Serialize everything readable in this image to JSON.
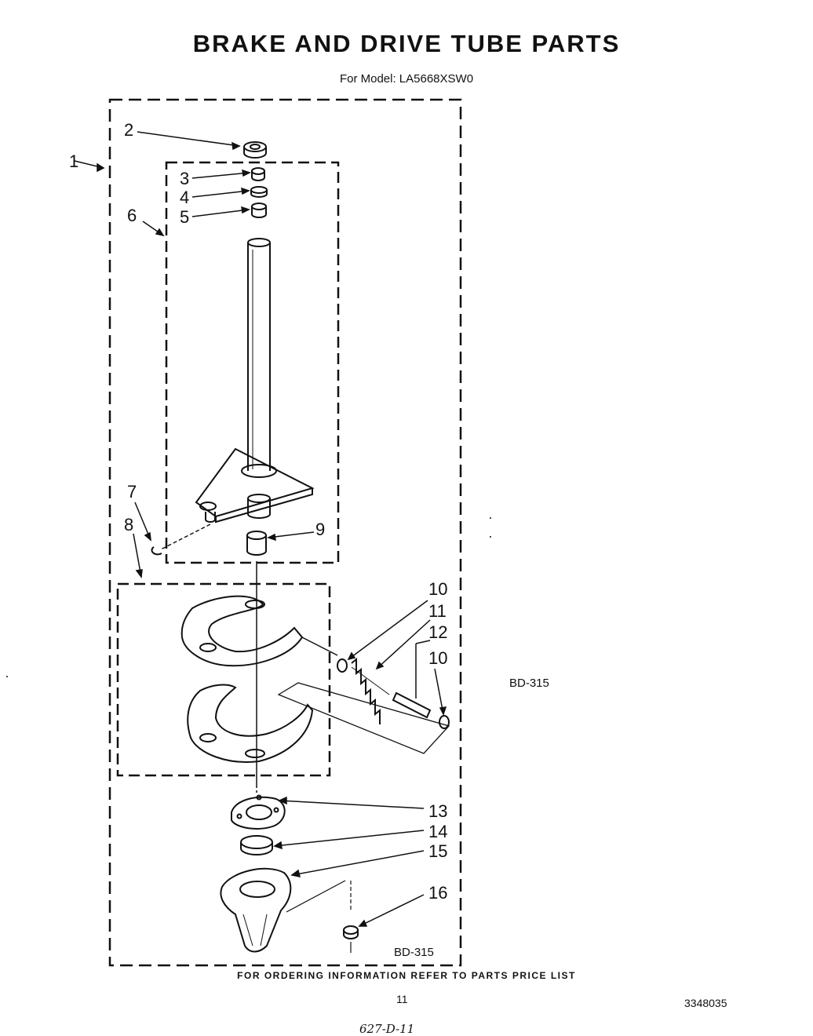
{
  "title": "BRAKE AND DRIVE TUBE PARTS",
  "subtitle": "For Model: LA5668XSW0",
  "callouts": [
    "1",
    "2",
    "3",
    "4",
    "5",
    "6",
    "7",
    "8",
    "9",
    "10",
    "11",
    "12",
    "10",
    "13",
    "14",
    "15",
    "16"
  ],
  "diagram_codes": [
    "BD-315",
    "BD-315"
  ],
  "footer": "FOR ORDERING INFORMATION REFER TO PARTS PRICE LIST",
  "page_number": "11",
  "document_number": "3348035",
  "handwritten_note": "627-D-11"
}
